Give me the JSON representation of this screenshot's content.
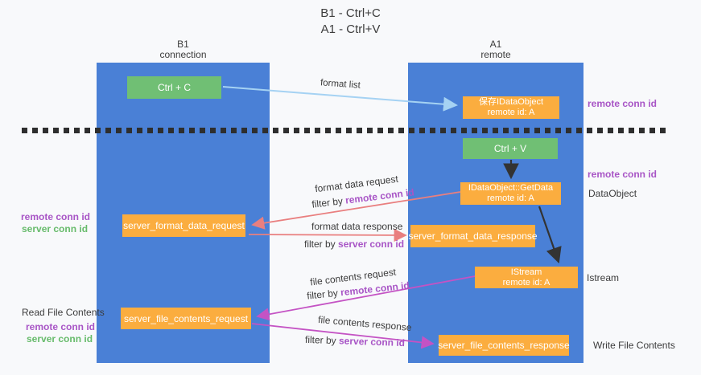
{
  "title": {
    "line1": "B1 - Ctrl+C",
    "line2": "A1 - Ctrl+V"
  },
  "lanes": {
    "left": {
      "title": "B1",
      "subtitle": "connection"
    },
    "right": {
      "title": "A1",
      "subtitle": "remote"
    }
  },
  "nodes": {
    "ctrl_c": {
      "label": "Ctrl + C"
    },
    "save_idataobject": {
      "line1": "保存IDataObject",
      "line2": "remote id: A"
    },
    "ctrl_v": {
      "label": "Ctrl + V"
    },
    "getdata": {
      "line1": "IDataObject::GetData",
      "line2": "remote id: A"
    },
    "server_format_data_request": {
      "label": "server_format_data_request"
    },
    "server_format_data_response": {
      "label": "server_format_data_response"
    },
    "istream": {
      "line1": "IStream",
      "line2": "remote id: A"
    },
    "server_file_contents_request": {
      "label": "server_file_contents_request"
    },
    "server_file_contents_response": {
      "label": "server_file_contents_response"
    }
  },
  "arrow_labels": {
    "format_list": "format list",
    "format_data_request": "format data request",
    "format_data_response": "format data response",
    "file_contents_request": "file contents request",
    "file_contents_response": "file contents response",
    "filter_by": "filter by ",
    "remote_conn_id": "remote conn id",
    "server_conn_id": "server conn id"
  },
  "side_labels": {
    "remote_conn_id": "remote conn id",
    "server_conn_id": "server conn id",
    "dataobject": "DataObject",
    "istream": "Istream",
    "read_file_contents": "Read File Contents",
    "write_file_contents": "Write File Contents"
  },
  "colors": {
    "lane_blue": "#4a80d6",
    "node_green": "#70bf74",
    "node_orange": "#fbad3f",
    "remote_conn_purple": "#a855c6",
    "server_conn_green": "#67bb6b",
    "format_arrow_salmon": "#e97f7f",
    "file_arrow_magenta": "#c453c4",
    "format_list_blue": "#a5d2f3",
    "black_arrow": "#333333"
  }
}
